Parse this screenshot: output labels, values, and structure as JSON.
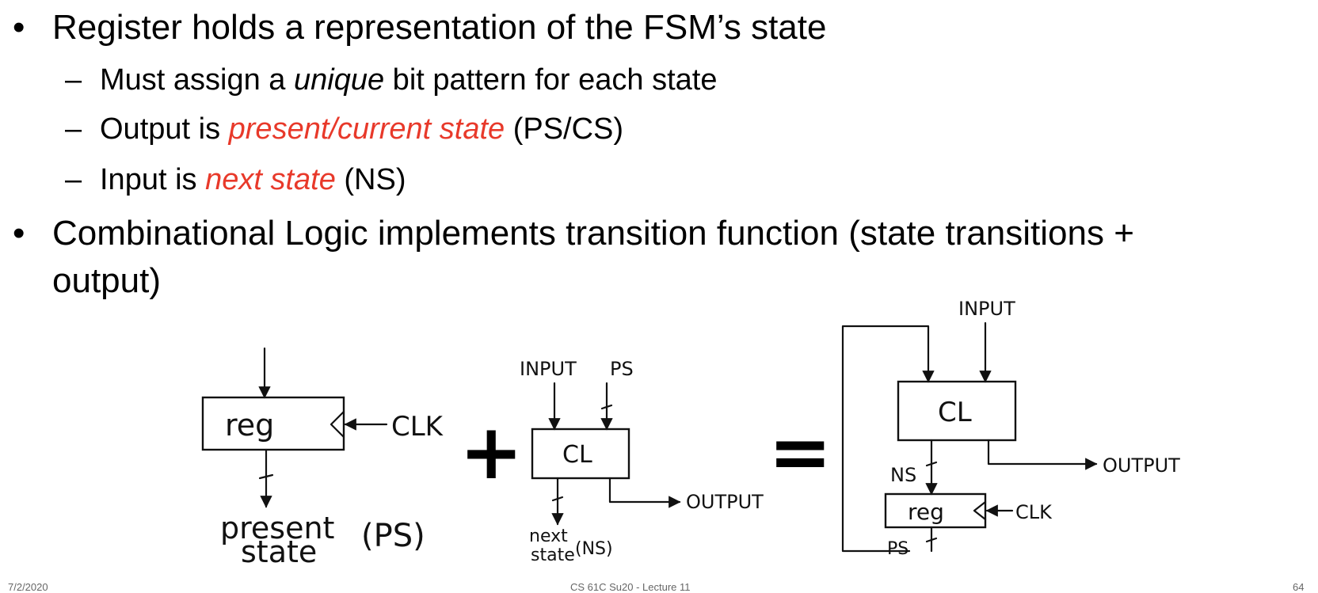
{
  "slide": {
    "bullet_char": "•",
    "dash_char": "–",
    "bullet1": "Register holds a representation of the FSM’s state",
    "sub1_pre": "Must assign a ",
    "sub1_em": "unique",
    "sub1_post": " bit pattern for each state",
    "sub2_pre": "Output is ",
    "sub2_em": "present/current state",
    "sub2_post": " (PS/CS)",
    "sub3_pre": "Input is ",
    "sub3_em": "next state",
    "sub3_post": " (NS)",
    "bullet2_line1": "Combinational Logic implements transition function (state transitions +",
    "bullet2_line2": "output)"
  },
  "diagram": {
    "reg_label": "reg",
    "clk_label": "CLK",
    "present_label": "present",
    "state_label": "state",
    "ps_paren_label": "(PS)",
    "plus_sign": "+",
    "input_label": "INPUT",
    "ps_label": "PS",
    "cl_label": "CL",
    "output_label": "OUTPUT",
    "next_label": "next",
    "next_state_label": "state",
    "ns_paren_label": "(NS)",
    "equals_sign": "=",
    "full_input_label": "INPUT",
    "full_cl_label": "CL",
    "full_output_label": "OUTPUT",
    "full_ns_label": "NS",
    "full_reg_label": "reg",
    "full_clk_label": "CLK",
    "full_ps_label": "PS"
  },
  "footer": {
    "date": "7/2/2020",
    "course": "CS 61C Su20 - Lecture 11",
    "page": "64"
  }
}
